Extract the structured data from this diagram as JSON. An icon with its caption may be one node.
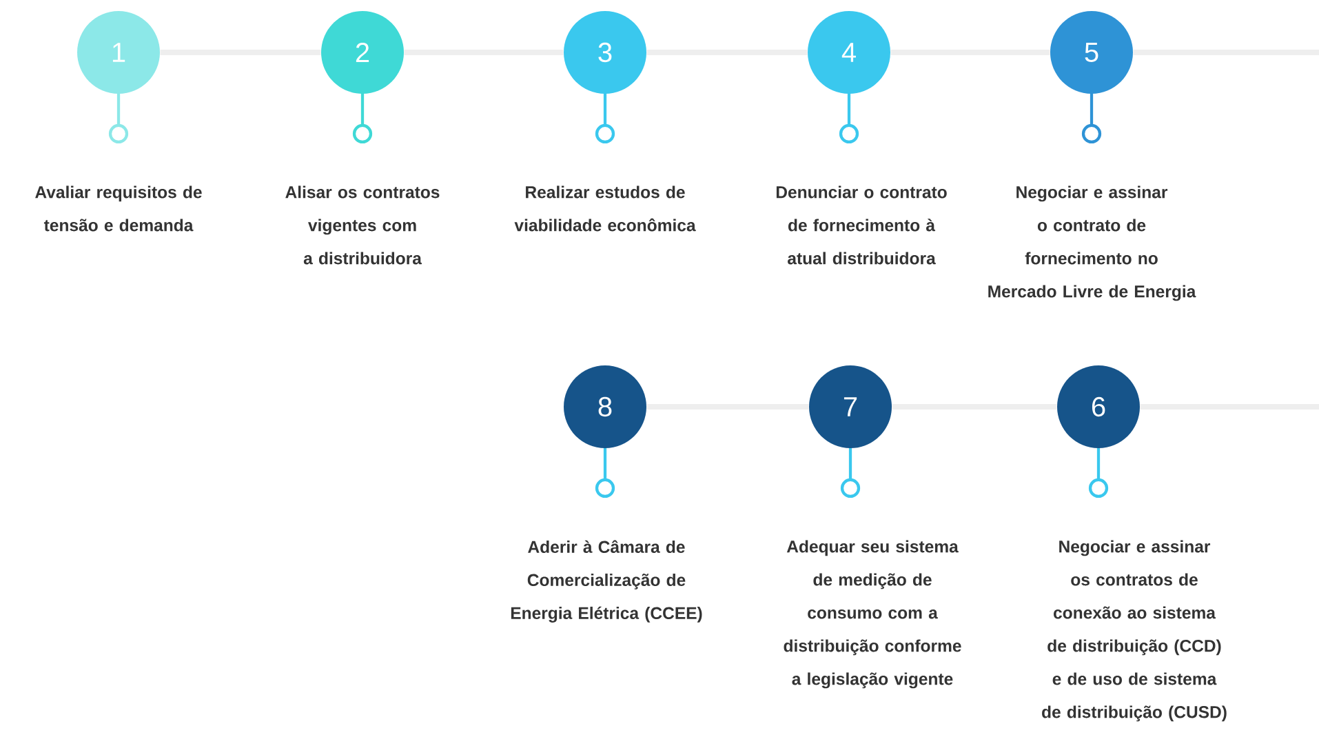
{
  "diagram": {
    "nodes": [
      {
        "text": [
          "1"
        ]
      },
      {
        "text": [
          "2"
        ]
      },
      {
        "text": [
          "3"
        ]
      },
      {
        "text": [
          "4"
        ]
      },
      {
        "text": [
          "5"
        ]
      },
      {
        "text": [
          "8"
        ]
      },
      {
        "text": [
          "7"
        ]
      },
      {
        "text": [
          "6"
        ]
      }
    ],
    "edges": [
      {
        "from": 0,
        "to": 1,
        "arrow": "none"
      },
      {
        "from": 1,
        "to": 2,
        "arrow": "none"
      },
      {
        "from": 2,
        "to": 3,
        "arrow": "none"
      },
      {
        "from": 3,
        "to": 4,
        "arrow": "none"
      },
      {
        "from": 4,
        "to": null,
        "arrow": "none"
      },
      {
        "from": 5,
        "to": 6,
        "arrow": "none"
      },
      {
        "from": 6,
        "to": 7,
        "arrow": "none"
      },
      {
        "from": 7,
        "to": null,
        "arrow": "none"
      }
    ],
    "labels": [
      "Avaliar requisitos de tensão e demanda",
      "Alisar os contratos vigentes com a distribuidora",
      "Realizar estudos de viabilidade econômica",
      "Denunciar o contrato de fornecimento à atual distribuidora",
      "Negociar e assinar o contrato de fornecimento no Mercado Livre de Energia",
      "Aderir à Câmara de Comercialização de Energia Elétrica (CCEE)",
      "Adequar seu sistema de medição de consumo com a distribuição conforme a legislação vigente",
      "Negociar e assinar os contratos de conexão ao sistema de distribuição (CCD) e de uso de sistema de distribuição (CUSD)"
    ]
  }
}
